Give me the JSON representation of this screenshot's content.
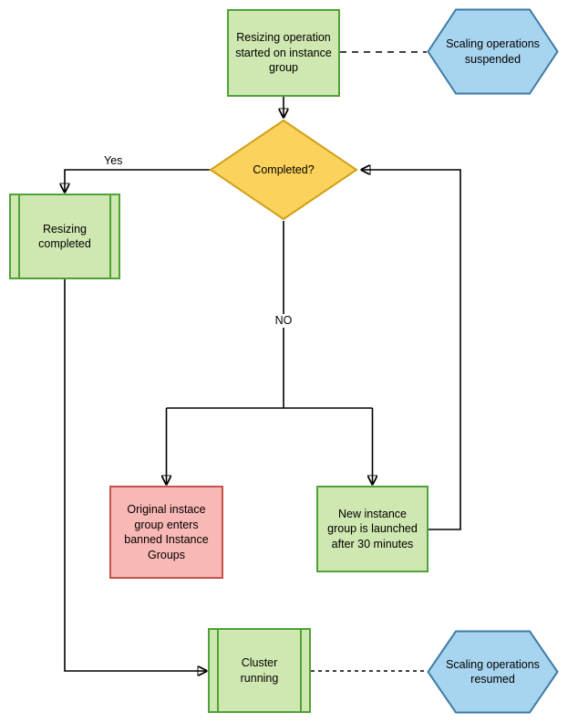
{
  "diagram": {
    "type": "flowchart",
    "nodes": {
      "resizing_started": {
        "label": "Resizing operation started on instance group",
        "shape": "process",
        "color": "#cfe7b0"
      },
      "scaling_suspended": {
        "label": "Scaling operations suspended",
        "shape": "hexagon",
        "color": "#a7d4ee"
      },
      "completed": {
        "label": "Completed?",
        "shape": "decision",
        "color": "#fbd25c"
      },
      "resizing_completed": {
        "label": "Resizing completed",
        "shape": "predefined-process",
        "color": "#cfe7b0"
      },
      "banned_groups": {
        "label": "Original instace group enters banned Instance Groups",
        "shape": "process",
        "color": "#f8b8b5"
      },
      "new_group": {
        "label": "New instance group is launched after 30 minutes",
        "shape": "process",
        "color": "#cfe7b0"
      },
      "cluster_running": {
        "label": "Cluster running",
        "shape": "predefined-process",
        "color": "#cfe7b0"
      },
      "scaling_resumed": {
        "label": "Scaling operations resumed",
        "shape": "hexagon",
        "color": "#a7d4ee"
      }
    },
    "edge_labels": {
      "yes": "Yes",
      "no": "NO"
    },
    "colors": {
      "process_green_fill": "#cfe7b0",
      "process_green_border": "#4fa236",
      "decision_yellow_fill": "#fbd25c",
      "decision_yellow_border": "#d0a017",
      "process_pink_fill": "#f8b8b5",
      "process_pink_border": "#c4524e",
      "hexagon_blue_fill": "#a7d4ee",
      "hexagon_blue_border": "#3e7ba6",
      "connector": "#000000",
      "background": "#ffffff"
    }
  }
}
